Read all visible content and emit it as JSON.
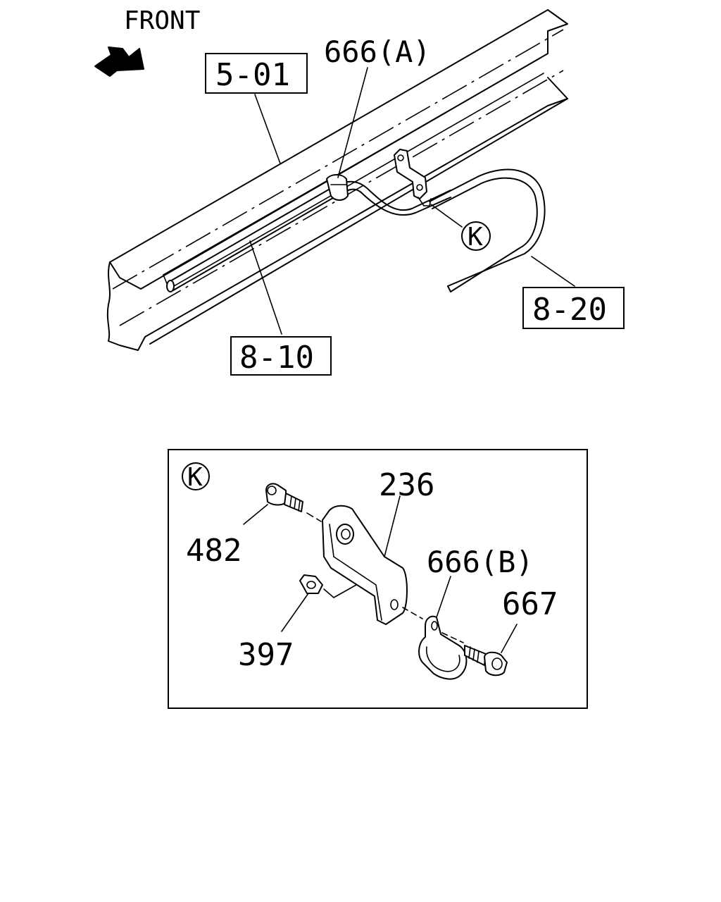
{
  "orientation": {
    "label": "FRONT"
  },
  "callouts": {
    "frame": "5-01",
    "clamp_a": "666(A)",
    "pipe_main": "8-10",
    "pipe_branch": "8-20",
    "detail_ref": "K"
  },
  "detail": {
    "ref": "K",
    "parts": {
      "bolt": "482",
      "bracket": "236",
      "nut": "397",
      "clamp_b": "666(B)",
      "clamp_bolt": "667"
    }
  }
}
